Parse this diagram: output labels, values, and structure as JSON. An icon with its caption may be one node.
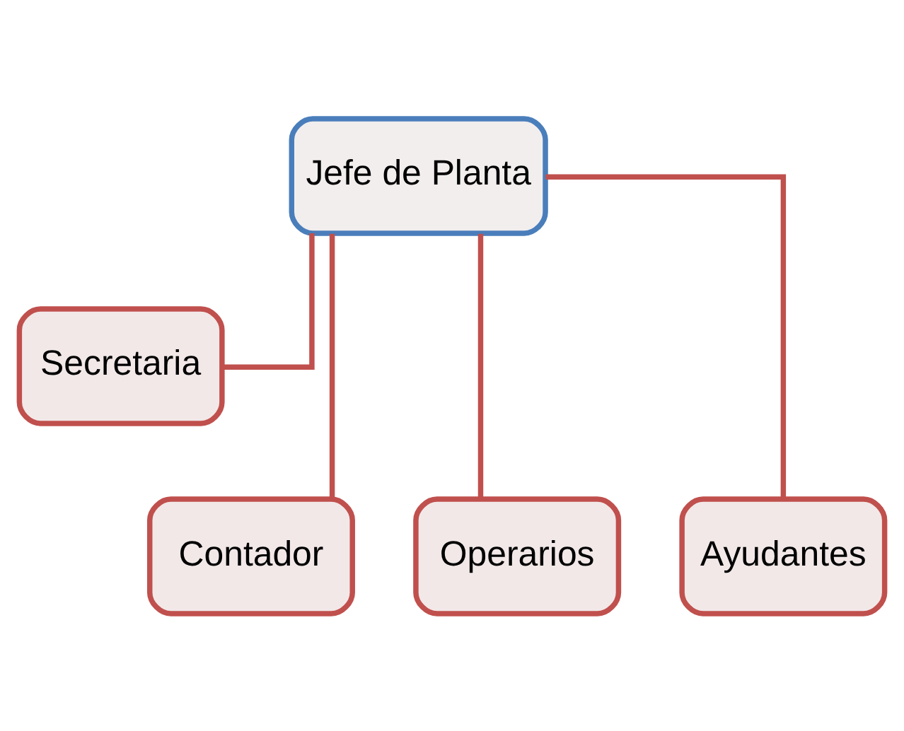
{
  "diagram": {
    "nodes": [
      {
        "text": [
          "Jefe de Planta"
        ]
      },
      {
        "text": [
          "Secretaria"
        ]
      },
      {
        "text": [
          "Contador"
        ]
      },
      {
        "text": [
          "Operarios"
        ]
      },
      {
        "text": [
          "Ayudantes"
        ]
      }
    ],
    "edges": [
      {
        "from": 0,
        "to": 1,
        "arrow": "none"
      },
      {
        "from": 0,
        "to": 2,
        "arrow": "none"
      },
      {
        "from": 0,
        "to": 3,
        "arrow": "none"
      },
      {
        "from": 0,
        "to": 4,
        "arrow": "none"
      }
    ]
  }
}
